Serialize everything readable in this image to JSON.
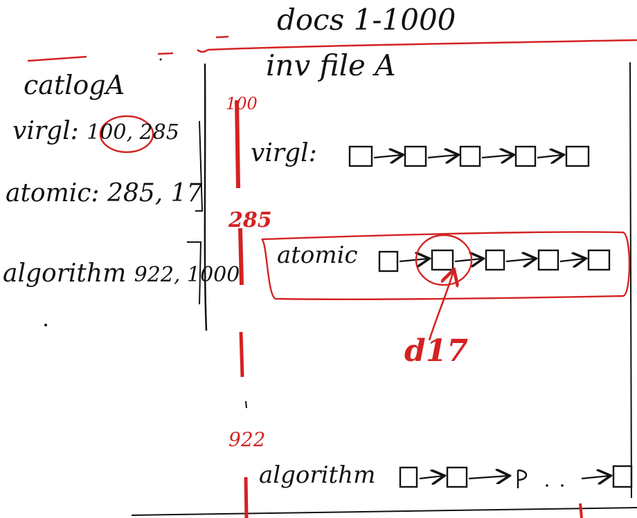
{
  "colors": {
    "ink": "#111111",
    "annotation": "#d42222",
    "background": "#ffffff"
  },
  "header": {
    "title": "docs 1-1000",
    "subtitle": "inv file A"
  },
  "catalog": {
    "title": "catlogA",
    "entries": [
      {
        "term": "virgl",
        "sep": ":",
        "values": "100, 285"
      },
      {
        "term": "atomic",
        "sep": ":",
        "values": "285, 17"
      },
      {
        "term": "algorithm",
        "sep": "",
        "values": "922, 1000"
      }
    ]
  },
  "inverted_file": {
    "markers": [
      "100",
      "285",
      "922"
    ],
    "lists": [
      {
        "term": "virgl",
        "sep": ":"
      },
      {
        "term": "atomic",
        "sep": ""
      },
      {
        "term": "algorithm",
        "sep": ""
      }
    ],
    "annotation": "d17"
  }
}
